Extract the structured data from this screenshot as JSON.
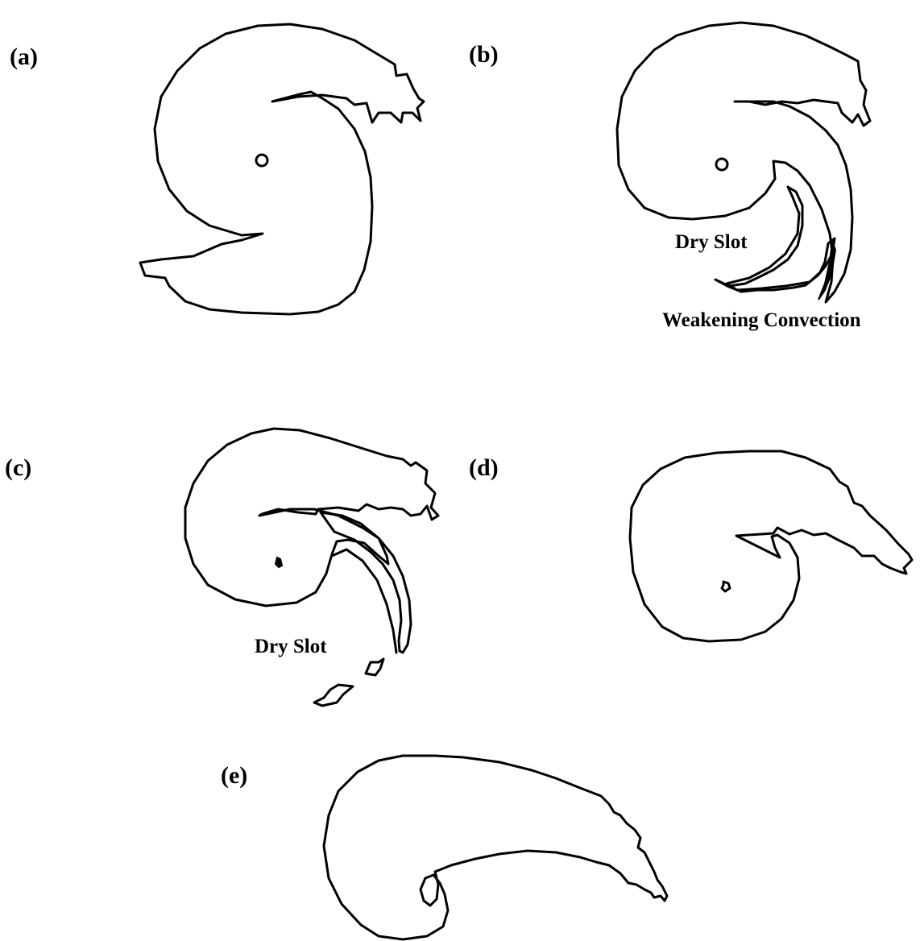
{
  "panels": {
    "a": {
      "label": "(a)"
    },
    "b": {
      "label": "(b)",
      "dry_slot": "Dry Slot",
      "weakening": "Weakening Convection"
    },
    "c": {
      "label": "(c)",
      "dry_slot": "Dry Slot"
    },
    "d": {
      "label": "(d)"
    },
    "e": {
      "label": "(e)"
    }
  },
  "colors": {
    "stroke": "#000000",
    "background": "#ffffff"
  }
}
